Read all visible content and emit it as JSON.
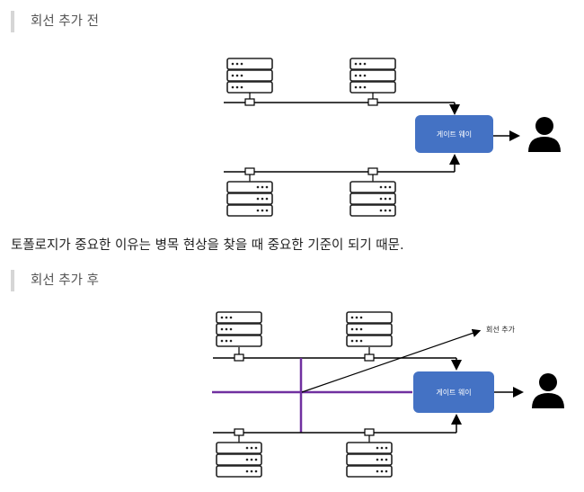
{
  "heading_before": "회선 추가 전",
  "paragraph": "토폴로지가 중요한 이유는 병목 현상을 찾을 때 중요한 기준이 되기 때문.",
  "heading_after": "회선 추가 후",
  "diagram_before": {
    "gateway_label": "게이트 웨이"
  },
  "diagram_after": {
    "gateway_label": "게이트 웨이",
    "annotation": "회선 추가",
    "added_line_color": "#7030a0"
  },
  "colors": {
    "gateway_fill": "#4472c4",
    "server_stroke": "#222222",
    "quote_bar": "#d6d6d6"
  }
}
